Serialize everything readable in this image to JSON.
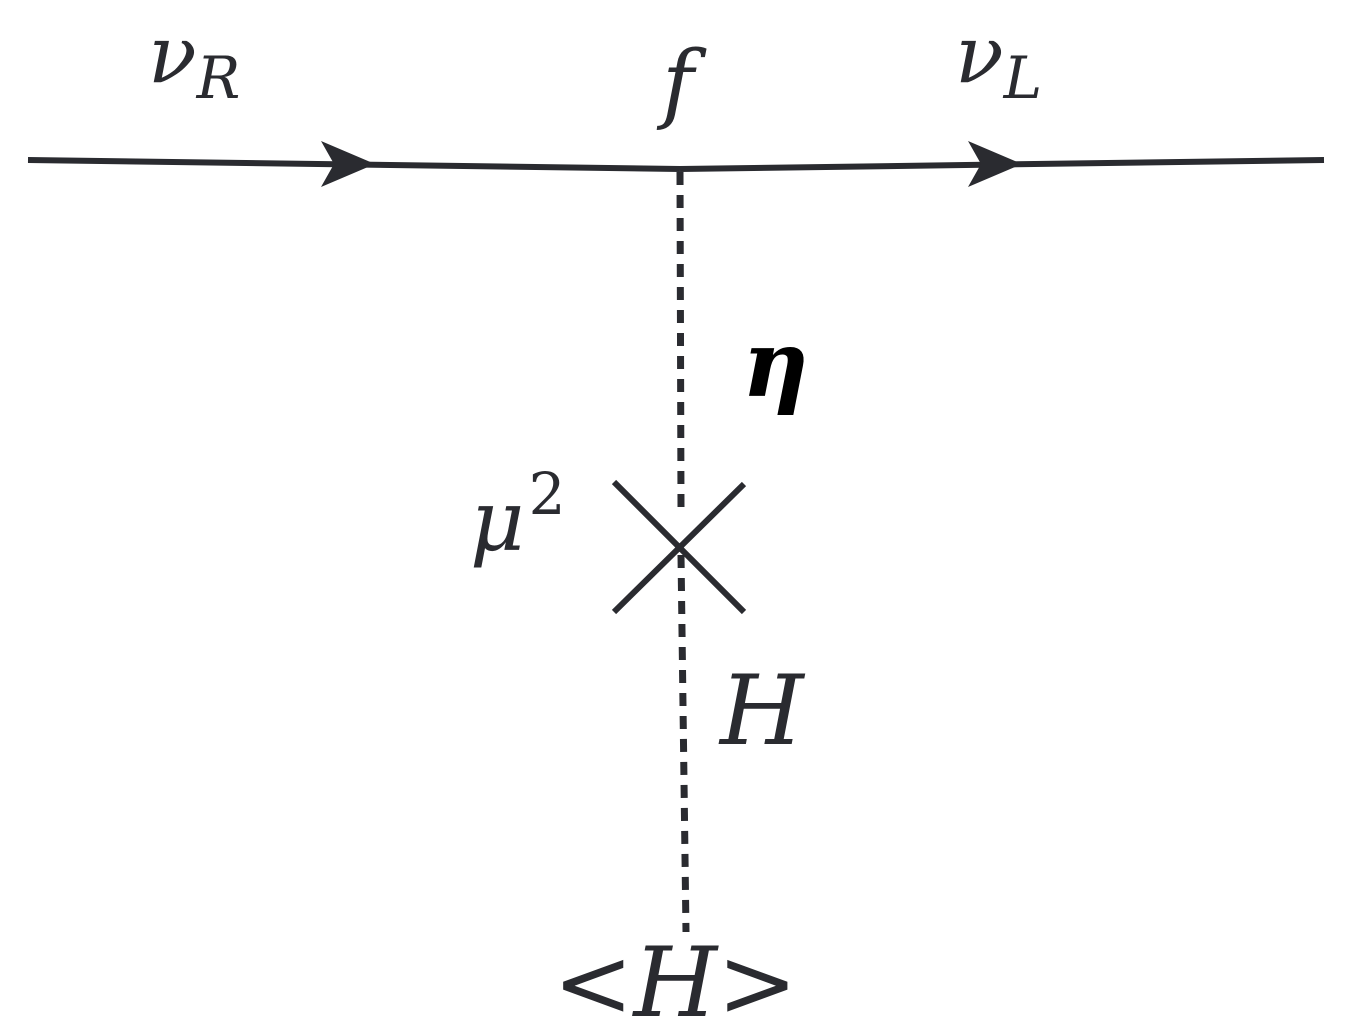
{
  "diagram": {
    "labels": {
      "nu": "ν",
      "nu_R_sub": "R",
      "nu_L_sub": "L",
      "coupling": "f",
      "eta": "η",
      "mu": "μ",
      "mu_sup": "2",
      "higgs": "H",
      "vev_open": "<",
      "vev_field": "H",
      "vev_close": ">"
    }
  },
  "colors": {
    "line": "#2a2b30",
    "eta": "#000000",
    "background": "#ffffff"
  }
}
